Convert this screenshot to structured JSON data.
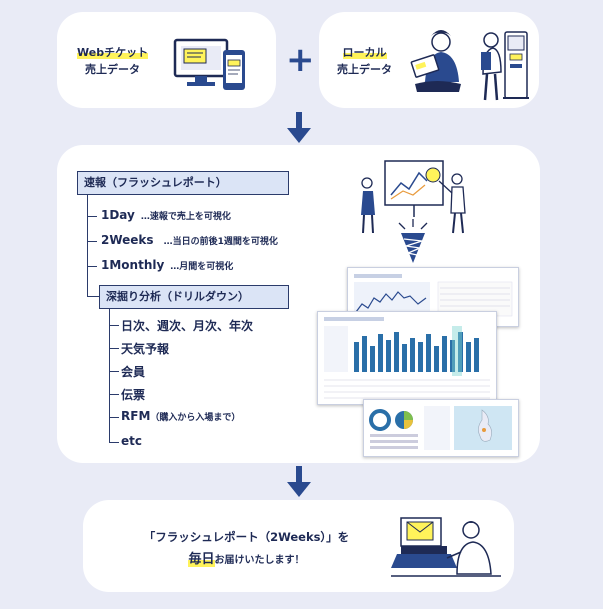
{
  "top": {
    "web": {
      "line1": "Webチケット",
      "line2": "売上データ"
    },
    "plus": "+",
    "local": {
      "line1": "ローカル",
      "line2": "売上データ"
    }
  },
  "flash": {
    "title": "速報（フラッシュレポート）",
    "items": [
      {
        "label": "1Day",
        "desc": "…速報で売上を可視化"
      },
      {
        "label": "2Weeks",
        "desc": "…当日の前後1週間を可視化"
      },
      {
        "label": "1Monthly",
        "desc": "…月間を可視化"
      }
    ]
  },
  "drill": {
    "title": "深掘り分析（ドリルダウン）",
    "items": [
      {
        "label": "日次、週次、月次、年次",
        "desc": ""
      },
      {
        "label": "天気予報",
        "desc": ""
      },
      {
        "label": "会員",
        "desc": ""
      },
      {
        "label": "伝票",
        "desc": ""
      },
      {
        "label": "RFM",
        "desc": "（購入から入場まで）"
      },
      {
        "label": "etc",
        "desc": ""
      }
    ]
  },
  "bottom": {
    "line1": "「フラッシュレポート（2Weeks）」を",
    "line2_highlight": "毎日",
    "line2_rest": "お届けいたします！"
  },
  "colors": {
    "accent": "#2a4a8f",
    "highlight": "#fff35a",
    "box_fill": "#dbe4f6",
    "background": "#e9ebf6"
  },
  "icons": [
    "laptop-phone-icon",
    "shopper-icon",
    "presenters-icon",
    "drill-icon",
    "envelope-laptop-person-icon",
    "arrow-down-icon"
  ]
}
